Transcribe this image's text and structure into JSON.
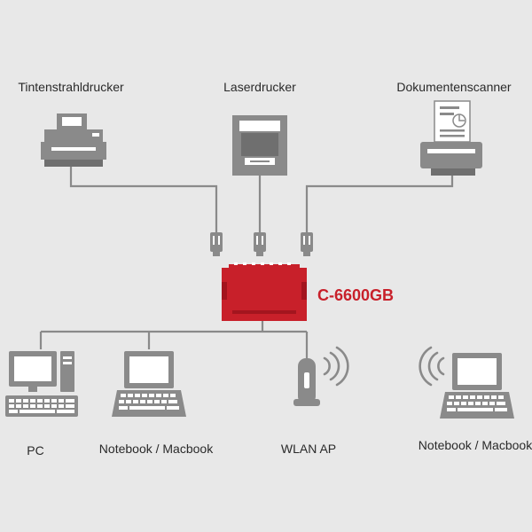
{
  "colors": {
    "background": "#e8e8e8",
    "device_gray": "#8a8a8a",
    "accent_red": "#c8202a"
  },
  "top_devices": [
    {
      "label": "Tintenstrahldrucker",
      "icon": "inkjet-printer-icon"
    },
    {
      "label": "Laserdrucker",
      "icon": "laser-printer-icon"
    },
    {
      "label": "Dokumentenscanner",
      "icon": "document-scanner-icon"
    }
  ],
  "hub": {
    "label": "C-6600GB",
    "icon": "device-server-icon"
  },
  "bottom_devices": [
    {
      "label": "PC",
      "icon": "desktop-pc-icon"
    },
    {
      "label": "Notebook / Macbook",
      "icon": "laptop-icon"
    },
    {
      "label": "WLAN AP",
      "icon": "wlan-access-point-icon"
    },
    {
      "label": "Notebook / Macbook",
      "icon": "wireless-laptop-icon"
    }
  ]
}
